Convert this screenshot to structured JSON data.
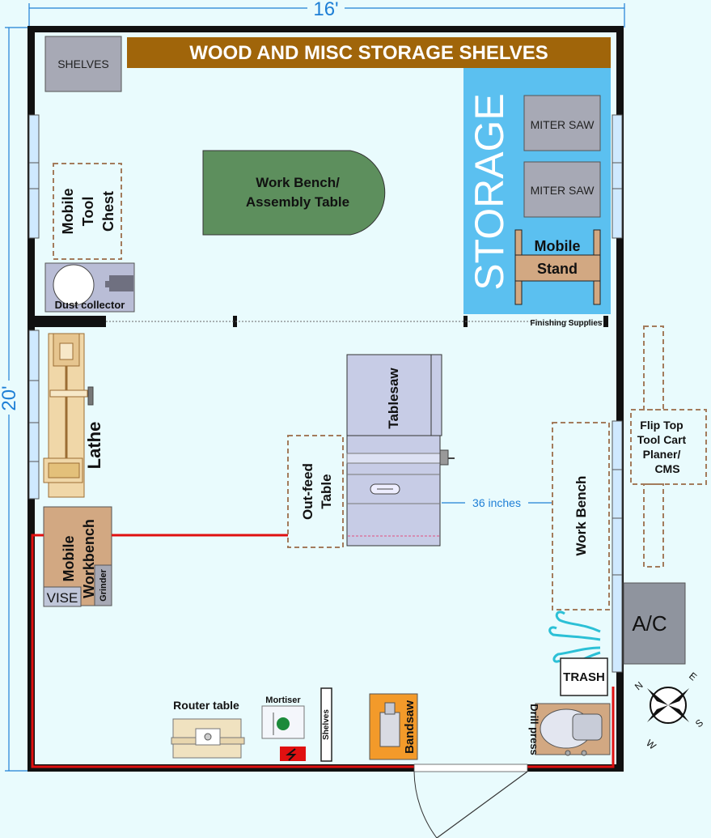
{
  "dimensions": {
    "width_label": "16'",
    "height_label": "20'",
    "color": "#1e7fd6"
  },
  "labels": {
    "shelves_top": "SHELVES",
    "wood_shelves": "WOOD AND MISC STORAGE SHELVES",
    "storage": "STORAGE",
    "miter_saw_1": "MITER SAW",
    "miter_saw_2": "MITER SAW",
    "mobile_stand_1": "Mobile",
    "mobile_stand_2": "Stand",
    "workbench_assembly_1": "Work Bench/",
    "workbench_assembly_2": "Assembly Table",
    "tool_chest_1": "Mobile",
    "tool_chest_2": "Tool",
    "tool_chest_3": "Chest",
    "dust_collector": "Dust collector",
    "finishing_supplies": "Finishing Supplies",
    "lathe": "Lathe",
    "tablesaw": "Tablesaw",
    "outfeed_1": "Out-feed",
    "outfeed_2": "Table",
    "clearance": "36 inches",
    "work_bench": "Work Bench",
    "flip_top_1": "Flip Top",
    "flip_top_2": "Tool Cart",
    "flip_top_3": "Planer/",
    "flip_top_4": "CMS",
    "mobile_workbench_1": "Mobile",
    "mobile_workbench_2": "Workbench",
    "vise": "VISE",
    "grinder": "Grinder",
    "ac": "A/C",
    "trash": "TRASH",
    "router_table": "Router table",
    "mortiser": "Mortiser",
    "shelves_small": "Shelves",
    "bandsaw": "Bandsaw",
    "drill_press": "Drill press",
    "compass_n": "N",
    "compass_e": "E",
    "compass_s": "S",
    "compass_w": "W"
  },
  "colors": {
    "background": "#e9fbfd",
    "wall": "#111111",
    "shelf_brown": "#a0650a",
    "storage_blue": "#5bc0f0",
    "bench_green": "#5d8f5d",
    "tan": "#d2a882",
    "gray_box": "#a7a9b5",
    "electrical": "#e01010",
    "bandsaw_orange": "#f39a2a",
    "ac_gray": "#8f949e"
  }
}
